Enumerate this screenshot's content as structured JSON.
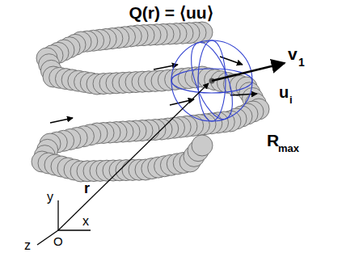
{
  "diagram": {
    "title": "Q(r) = ⟨uu⟩",
    "labels": [
      "y",
      "x",
      "z",
      "O",
      "r",
      "v",
      "1",
      "u",
      "i",
      "R",
      "max"
    ]
  }
}
